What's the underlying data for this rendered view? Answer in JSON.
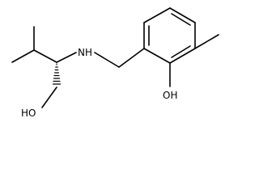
{
  "molecule": {
    "atoms": {
      "nh": "NH",
      "oh_phenol": "OH",
      "oh_alcohol": "HO"
    },
    "colors": {
      "bond": "#000000",
      "text": "#000000",
      "background": "#ffffff"
    }
  }
}
